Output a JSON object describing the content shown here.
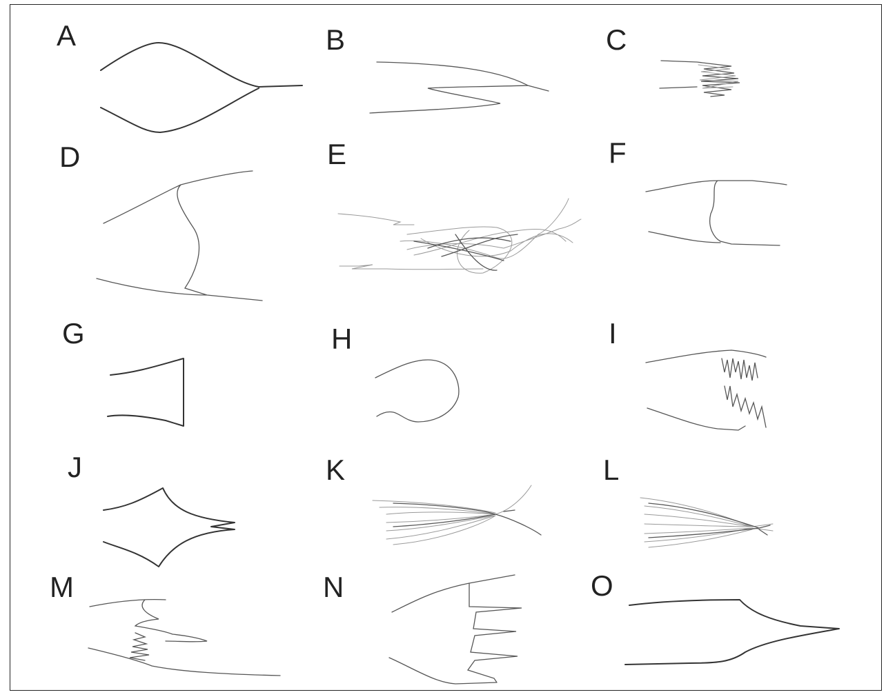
{
  "panels": [
    {
      "id": "a",
      "label": "A"
    },
    {
      "id": "b",
      "label": "B"
    },
    {
      "id": "c",
      "label": "C"
    },
    {
      "id": "d",
      "label": "D"
    },
    {
      "id": "e",
      "label": "E"
    },
    {
      "id": "f",
      "label": "F"
    },
    {
      "id": "g",
      "label": "G"
    },
    {
      "id": "h",
      "label": "H"
    },
    {
      "id": "i",
      "label": "I"
    },
    {
      "id": "j",
      "label": "J"
    },
    {
      "id": "k",
      "label": "K"
    },
    {
      "id": "l",
      "label": "L"
    },
    {
      "id": "m",
      "label": "M"
    },
    {
      "id": "n",
      "label": "N"
    },
    {
      "id": "o",
      "label": "O"
    }
  ]
}
